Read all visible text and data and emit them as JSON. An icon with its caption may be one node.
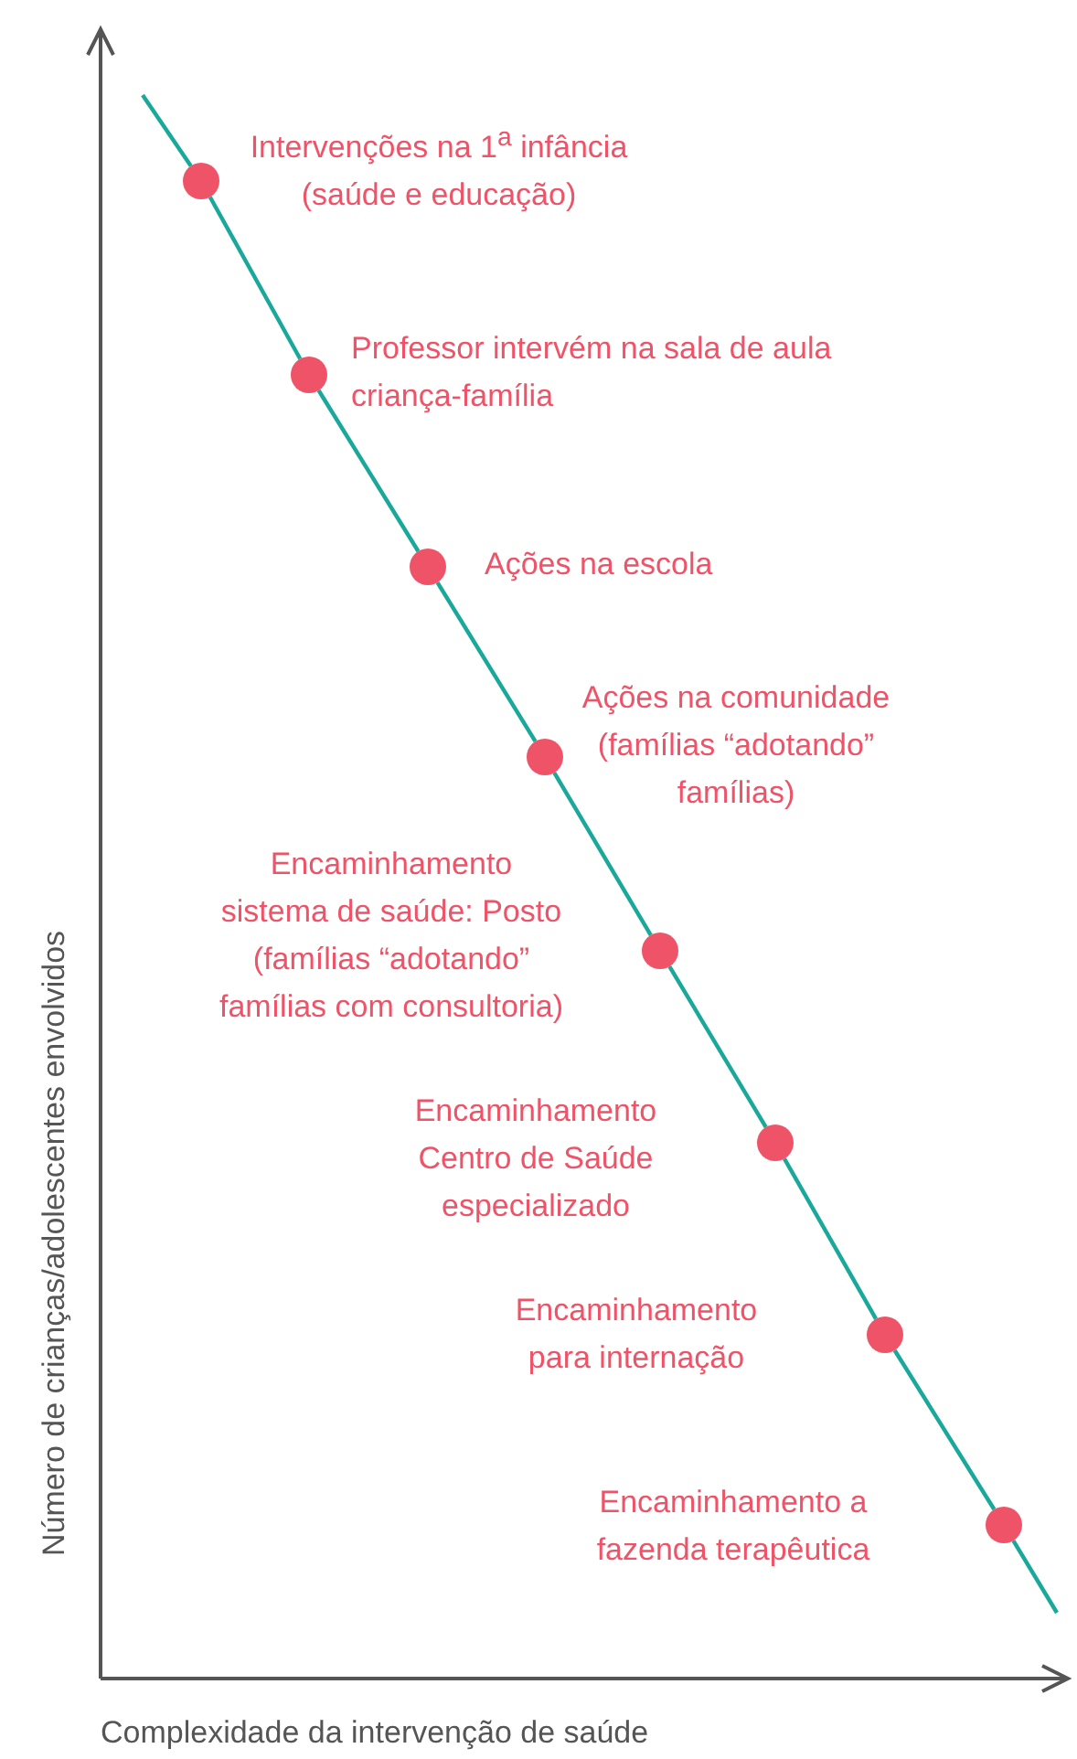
{
  "diagram": {
    "nodes": [
      {
        "text": [],
        "shape": "circle",
        "beside": [
          "Intervenções na 1$^{a}$ infância (saúde e educação)"
        ]
      },
      {
        "text": [],
        "shape": "circle",
        "beside": [
          "Professor intervém na sala de aula criança-família"
        ]
      },
      {
        "text": [],
        "shape": "circle",
        "beside": [
          "Ações na escola"
        ]
      },
      {
        "text": [],
        "shape": "circle",
        "beside": [
          "Ações na comunidade (famílias “adotando” famílias)"
        ]
      },
      {
        "text": [],
        "shape": "circle",
        "beside": [
          "Encaminhamento sistema de saúde: Posto (famílias “adotando” famílias com consultoria)"
        ]
      },
      {
        "text": [],
        "shape": "circle",
        "beside": [
          "Encaminhamento Centro de Saúde especializado"
        ]
      },
      {
        "text": [],
        "shape": "circle",
        "beside": [
          "Encaminhamento para internação"
        ]
      },
      {
        "text": [],
        "shape": "circle",
        "beside": [
          "Encaminhamento a fazenda terapêutica"
        ]
      }
    ],
    "edges": [
      {
        "from": null,
        "to": 0,
        "arrow": "none"
      },
      {
        "from": 0,
        "to": 1,
        "arrow": "none"
      },
      {
        "from": 1,
        "to": 2,
        "arrow": "none"
      },
      {
        "from": 2,
        "to": 3,
        "arrow": "none"
      },
      {
        "from": 3,
        "to": 4,
        "arrow": "none"
      },
      {
        "from": 4,
        "to": 5,
        "arrow": "none"
      },
      {
        "from": 5,
        "to": 6,
        "arrow": "none"
      },
      {
        "from": 6,
        "to": 7,
        "arrow": "none"
      },
      {
        "from": 7,
        "to": null,
        "arrow": "none"
      }
    ],
    "labels": [
      "Número de crianças/adolescentes envolvidos",
      "Complexidade da intervenção de saúde"
    ]
  }
}
